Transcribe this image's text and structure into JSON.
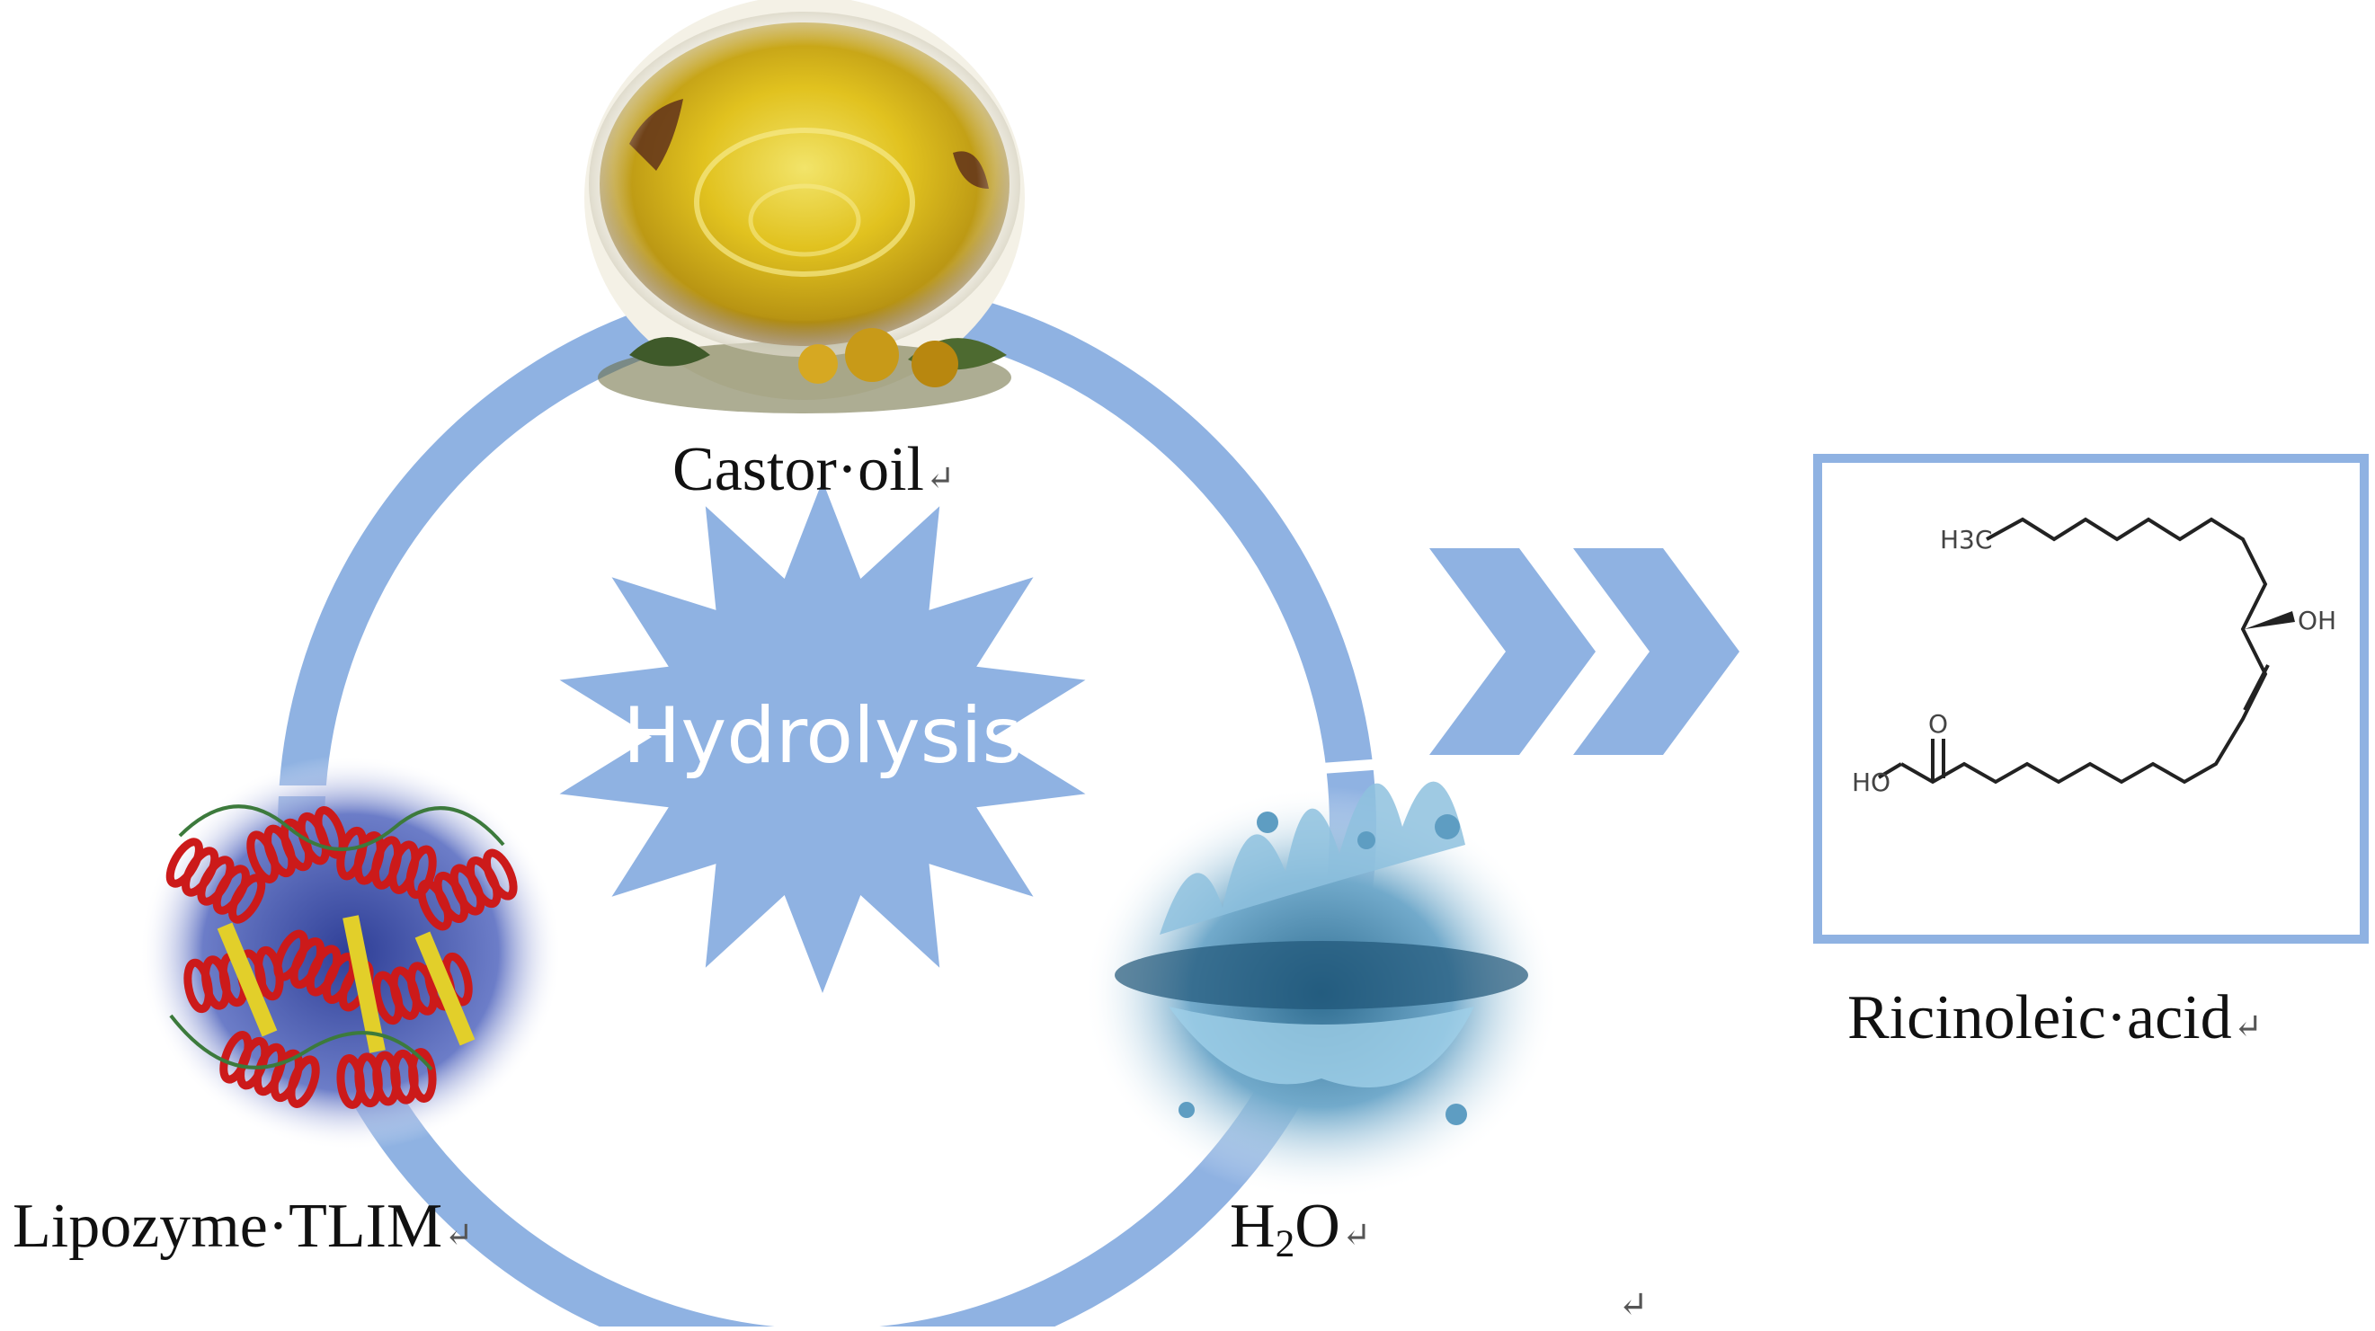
{
  "center_label": "Hydrolysis",
  "inputs": {
    "castor_oil": "Castor·oil",
    "enzyme": "Lipozyme·TLIM",
    "water_prefix": "H",
    "water_subscript": "2",
    "water_suffix": "O"
  },
  "product": {
    "label": "Ricinoleic·acid",
    "structure_labels": {
      "methyl": "H3C",
      "hydroxyl": "OH",
      "acid_hydroxyl": "HO",
      "carbonyl_oxygen": "O"
    }
  },
  "paragraph_mark": "↵",
  "colors": {
    "accent_blue": "#8fb2e2",
    "oil_gold": "#d9b91a",
    "protein_red": "#cc1a1a",
    "protein_yellow": "#e2cf2a",
    "water_blue": "#4d8fb3"
  },
  "icons": [
    "castor-oil-bowl-icon",
    "protein-structure-icon",
    "water-splash-icon",
    "chevron-arrow-icon"
  ]
}
